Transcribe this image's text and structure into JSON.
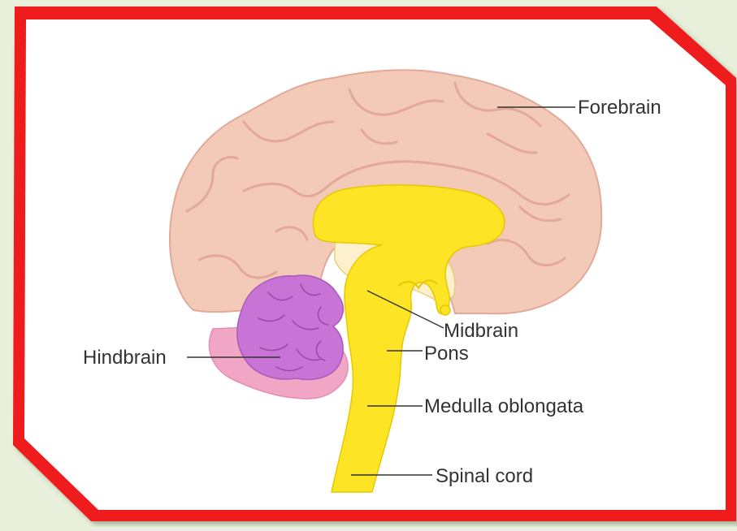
{
  "diagram": {
    "labels": {
      "forebrain": "Forebrain",
      "midbrain": "Midbrain",
      "pons": "Pons",
      "medulla": "Medulla oblongata",
      "spinal_cord": "Spinal cord",
      "hindbrain": "Hindbrain"
    },
    "colors": {
      "frame": "#ee1c1c",
      "card": "#ffffff",
      "background": "#e8f0dc",
      "cerebrum": "#f3c9b8",
      "cerebrum_outline": "#e2a99a",
      "brainstem": "#fde425",
      "thalamus": "#fdf0cc",
      "cerebellum": "#c774d6",
      "cerebellum_underlay": "#f2a6c6",
      "leader": "#333333",
      "text": "#333333"
    }
  }
}
